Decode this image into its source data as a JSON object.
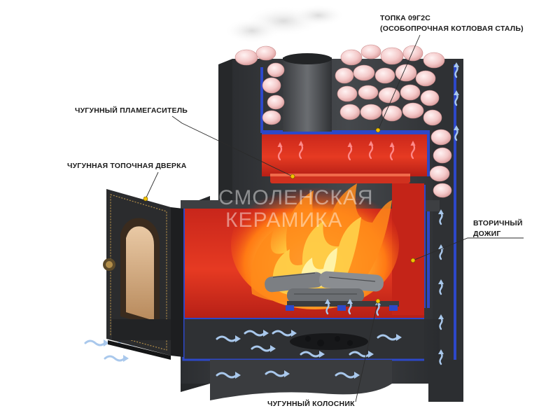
{
  "labels": {
    "furnace_line1": "ТОПКА 09Г2С",
    "furnace_line2": "(ОСОБОПРОЧНАЯ КОТЛОВАЯ СТАЛЬ)",
    "flame_arrester": "ЧУГУННЫЙ ПЛАМЕГАСИТЕЛЬ",
    "firebox_door": "ЧУГУННАЯ ТОПОЧНАЯ ДВЕРКА",
    "secondary_line1": "ВТОРИЧНЫЙ",
    "secondary_line2": "ДОЖИГ",
    "grate": "ЧУГУННЫЙ КОЛОСНИК"
  },
  "watermark": {
    "line1": "СМОЛЕНСКАЯ",
    "line2": "КЕРАМИКА"
  },
  "colors": {
    "steel_body": "#3b3d40",
    "steel_dark": "#26282a",
    "insulation_blue": "#2d48c9",
    "fire_red": "#e0281c",
    "flame_orange": "#ff9a1a",
    "stones_pink": "#f3c7c7",
    "airflow_blue": "#a9c8ec",
    "callout_dot": "#f2c200"
  },
  "icons": {
    "door_handle": "rosette-knob-icon",
    "door_window": "arched-glass-window-icon",
    "airflow": "airflow-arrow-icon",
    "heat": "heat-wave-icon",
    "steam": "steam-cloud-icon"
  }
}
